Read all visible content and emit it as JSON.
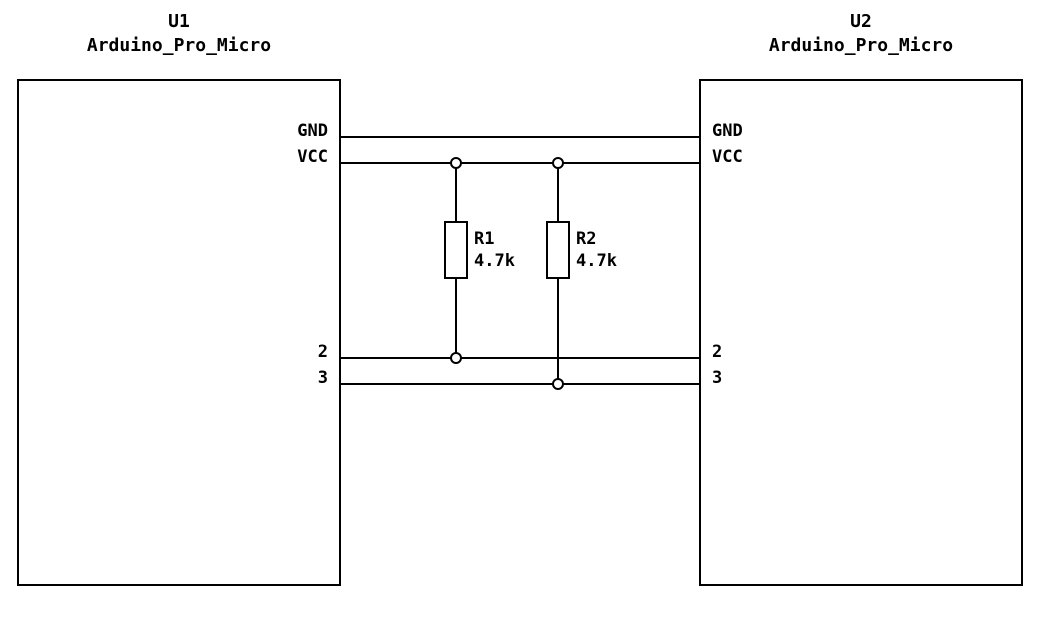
{
  "components": {
    "u1": {
      "ref": "U1",
      "value": "Arduino_Pro_Micro",
      "pins": [
        "GND",
        "VCC",
        "2",
        "3"
      ]
    },
    "u2": {
      "ref": "U2",
      "value": "Arduino_Pro_Micro",
      "pins": [
        "GND",
        "VCC",
        "2",
        "3"
      ]
    },
    "r1": {
      "ref": "R1",
      "value": "4.7k"
    },
    "r2": {
      "ref": "R2",
      "value": "4.7k"
    }
  },
  "connections": [
    {
      "net": "GND",
      "from": "U1.GND",
      "to": "U2.GND"
    },
    {
      "net": "VCC",
      "from": "U1.VCC",
      "to": "U2.VCC",
      "junctions": [
        "R1.top",
        "R2.top"
      ]
    },
    {
      "net": "2",
      "from": "U1.2",
      "to": "U2.2",
      "junctions": [
        "R1.bottom"
      ]
    },
    {
      "net": "3",
      "from": "U1.3",
      "to": "U2.3",
      "junctions": [
        "R2.bottom"
      ]
    }
  ],
  "colors": {
    "line": "#000000",
    "background": "#ffffff"
  }
}
